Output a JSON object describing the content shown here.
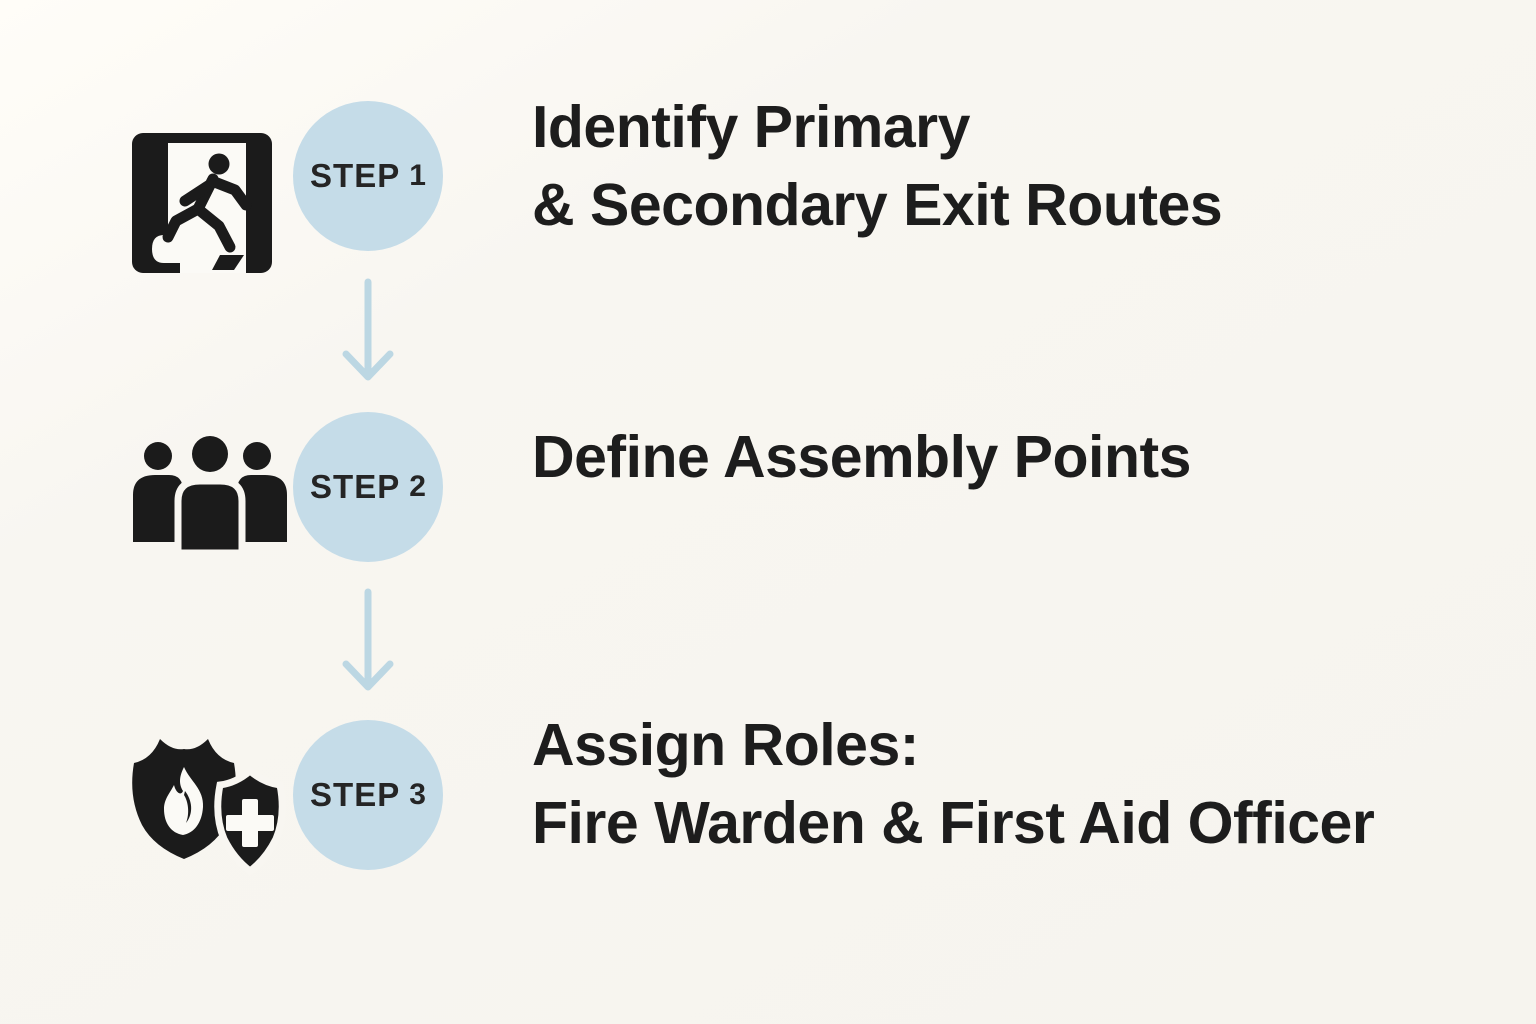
{
  "colors": {
    "background": "#f7f5f0",
    "step_circle": "#c5dce8",
    "arrow": "#bcd7e3",
    "title_text": "#1d1d1d",
    "icon": "#1b1b1b"
  },
  "steps": [
    {
      "step_word": "STEP",
      "step_number": "1",
      "icon": "emergency-exit-icon",
      "lines": [
        "Identify Primary",
        "& Secondary Exit Routes"
      ]
    },
    {
      "step_word": "STEP",
      "step_number": "2",
      "icon": "assembly-people-icon",
      "lines": [
        "Define Assembly Points"
      ]
    },
    {
      "step_word": "STEP",
      "step_number": "3",
      "icon": "fire-firstaid-shields-icon",
      "lines": [
        "Assign Roles:",
        "Fire Warden & First Aid Officer"
      ]
    }
  ],
  "connectors": [
    {
      "name": "down-arrow",
      "direction": "down"
    },
    {
      "name": "down-arrow",
      "direction": "down"
    }
  ]
}
